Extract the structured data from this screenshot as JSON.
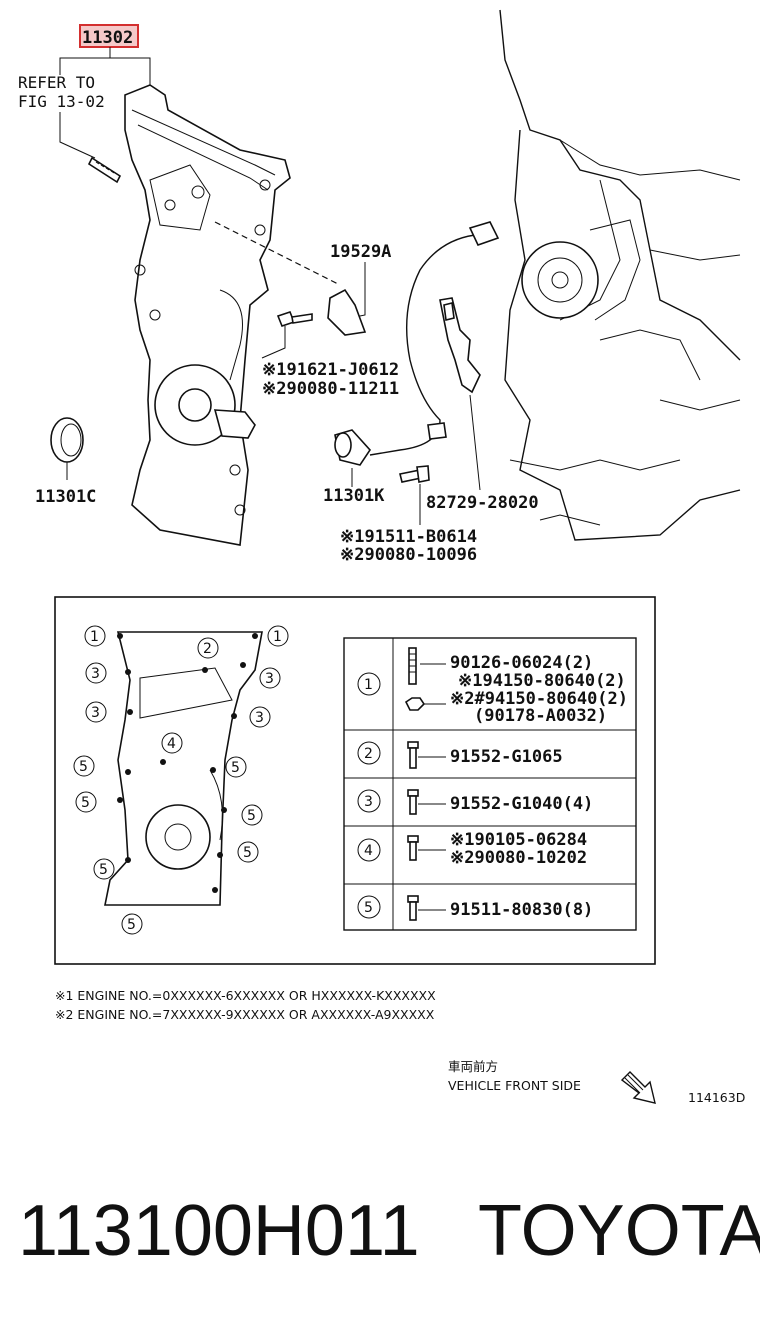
{
  "diagram": {
    "labels": {
      "main_part": "11302",
      "refer_line1": "REFER TO",
      "refer_line2": "FIG 13-02",
      "bracket_part": "19529A",
      "bolt_a1": "※191621-J0612",
      "bolt_a2": "※290080-11211",
      "seal_part": "11301C",
      "sensor_part": "11301K",
      "plate_part": "82729-28020",
      "bolt_b1": "※191511-B0614",
      "bolt_b2": "※290080-10096"
    },
    "legend_table": {
      "rows": [
        {
          "key": "1",
          "lines": [
            "90126-06024(2)",
            "※194150-80640(2)",
            "※2#94150-80640(2)",
            "(90178-A0032)"
          ]
        },
        {
          "key": "2",
          "lines": [
            "91552-G1065"
          ]
        },
        {
          "key": "3",
          "lines": [
            "91552-G1040(4)"
          ]
        },
        {
          "key": "4",
          "lines": [
            "※190105-06284",
            "※290080-10202"
          ]
        },
        {
          "key": "5",
          "lines": [
            "91511-80830(8)"
          ]
        }
      ]
    },
    "inset_markers": [
      "1",
      "1",
      "2",
      "3",
      "3",
      "3",
      "3",
      "4",
      "5",
      "5",
      "5",
      "5",
      "5",
      "5",
      "5"
    ],
    "notes": {
      "note1": "※1 ENGINE NO.=0XXXXXX-6XXXXXX OR HXXXXXX-KXXXXXX",
      "note2": "※2 ENGINE NO.=7XXXXXX-9XXXXXX OR AXXXXXX-A9XXXXX"
    },
    "direction_jp": "車両前方",
    "direction_en": "VEHICLE FRONT SIDE",
    "figure_id": "114163D",
    "highlight_color": "#d32f2f"
  },
  "footer": {
    "part_number": "113100H011",
    "brand": "TOYOTA"
  }
}
